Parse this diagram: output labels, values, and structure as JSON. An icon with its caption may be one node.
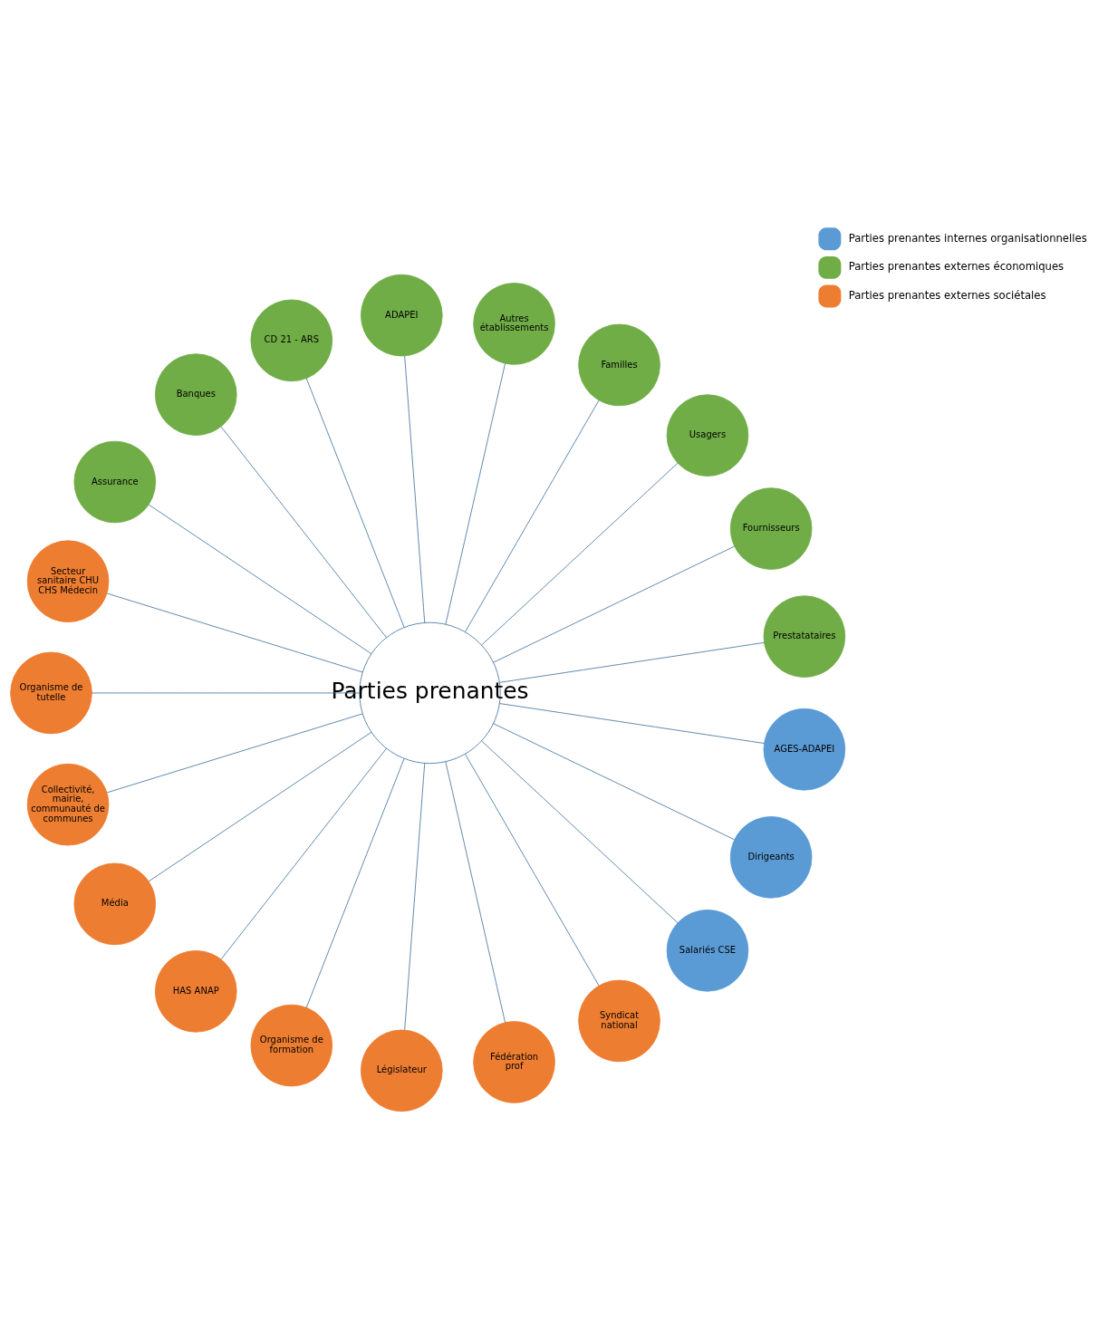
{
  "diagram": {
    "nodes": [
      {
        "text": [
          "Parties prenantes"
        ]
      },
      {
        "text": [
          "Prestatataires"
        ]
      },
      {
        "text": [
          "Fournisseurs"
        ]
      },
      {
        "text": [
          "Usagers"
        ]
      },
      {
        "text": [
          "Familles"
        ]
      },
      {
        "text": [
          "Autres établissements"
        ]
      },
      {
        "text": [
          "ADAPEI"
        ]
      },
      {
        "text": [
          "CD 21 - ARS"
        ]
      },
      {
        "text": [
          "Banques"
        ]
      },
      {
        "text": [
          "Assurance"
        ]
      },
      {
        "text": [
          "Secteur sanitaire CHU CHS Médecin"
        ]
      },
      {
        "text": [
          "Organisme de tutelle"
        ]
      },
      {
        "text": [
          "Collectivité, mairie, communauté de communes"
        ]
      },
      {
        "text": [
          "Média"
        ]
      },
      {
        "text": [
          "HAS ANAP"
        ]
      },
      {
        "text": [
          "Organisme de formation"
        ]
      },
      {
        "text": [
          "Législateur"
        ]
      },
      {
        "text": [
          "Fédération prof"
        ]
      },
      {
        "text": [
          "Syndicat national"
        ]
      },
      {
        "text": [
          "Salariés CSE"
        ]
      },
      {
        "text": [
          "Dirigeants"
        ]
      },
      {
        "text": [
          "AGES-ADAPEI"
        ]
      }
    ],
    "edges": [
      {
        "from": 0,
        "to": 1,
        "arrow": "none"
      },
      {
        "from": 0,
        "to": 2,
        "arrow": "none"
      },
      {
        "from": 0,
        "to": 3,
        "arrow": "none"
      },
      {
        "from": 0,
        "to": 4,
        "arrow": "none"
      },
      {
        "from": 0,
        "to": 5,
        "arrow": "none"
      },
      {
        "from": 0,
        "to": 6,
        "arrow": "none"
      },
      {
        "from": 0,
        "to": 7,
        "arrow": "none"
      },
      {
        "from": 0,
        "to": 8,
        "arrow": "none"
      },
      {
        "from": 0,
        "to": 9,
        "arrow": "none"
      },
      {
        "from": 0,
        "to": 10,
        "arrow": "none"
      },
      {
        "from": 0,
        "to": 11,
        "arrow": "none"
      },
      {
        "from": 0,
        "to": 12,
        "arrow": "none"
      },
      {
        "from": 0,
        "to": 13,
        "arrow": "none"
      },
      {
        "from": 0,
        "to": 14,
        "arrow": "none"
      },
      {
        "from": 0,
        "to": 15,
        "arrow": "none"
      },
      {
        "from": 0,
        "to": 16,
        "arrow": "none"
      },
      {
        "from": 0,
        "to": 17,
        "arrow": "none"
      },
      {
        "from": 0,
        "to": 18,
        "arrow": "none"
      },
      {
        "from": 0,
        "to": 19,
        "arrow": "none"
      },
      {
        "from": 0,
        "to": 20,
        "arrow": "none"
      },
      {
        "from": 0,
        "to": 21,
        "arrow": "none"
      }
    ],
    "legend": [
      {
        "text": "Parties prenantes internes organisationnelles",
        "color": "#5b9bd5"
      },
      {
        "text": "Parties prenantes externes économiques",
        "color": "#70ad47"
      },
      {
        "text": "Parties prenantes externes sociétales",
        "color": "#ed7d31"
      }
    ]
  }
}
